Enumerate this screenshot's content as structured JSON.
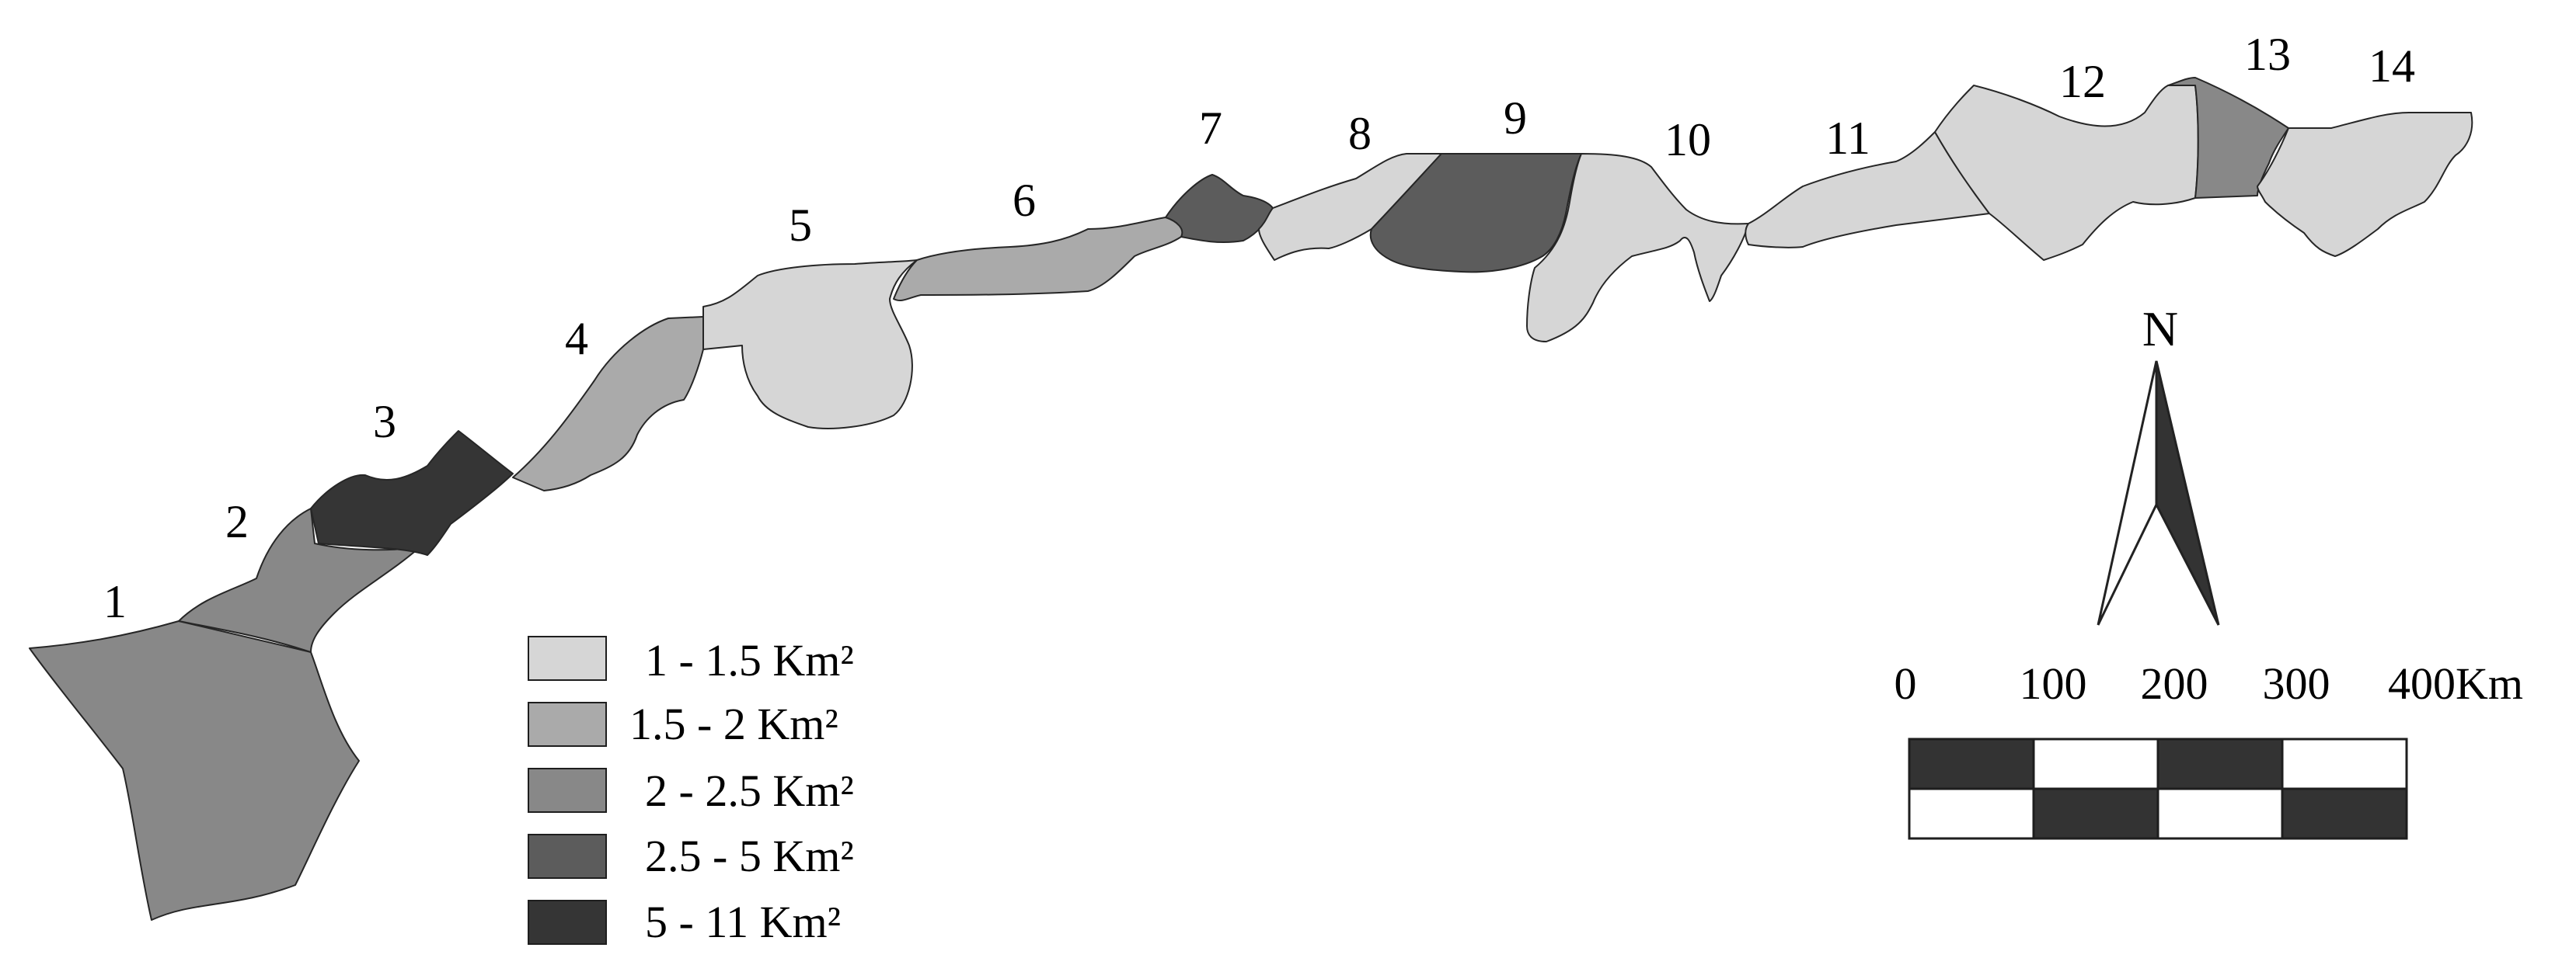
{
  "colors": {
    "class1": "#d6d6d6",
    "class2": "#aaaaaa",
    "class3": "#888888",
    "class4": "#5c5c5c",
    "class5": "#353535",
    "outline": "#262626",
    "scale_dark": "#333333",
    "scale_light": "#ffffff"
  },
  "regions": [
    {
      "id": "1",
      "label": "1",
      "class": "class3"
    },
    {
      "id": "2",
      "label": "2",
      "class": "class3"
    },
    {
      "id": "3",
      "label": "3",
      "class": "class5"
    },
    {
      "id": "4",
      "label": "4",
      "class": "class2"
    },
    {
      "id": "5",
      "label": "5",
      "class": "class1"
    },
    {
      "id": "6",
      "label": "6",
      "class": "class2"
    },
    {
      "id": "7",
      "label": "7",
      "class": "class4"
    },
    {
      "id": "8",
      "label": "8",
      "class": "class1"
    },
    {
      "id": "9",
      "label": "9",
      "class": "class4"
    },
    {
      "id": "10",
      "label": "10",
      "class": "class1"
    },
    {
      "id": "11",
      "label": "11",
      "class": "class1"
    },
    {
      "id": "12",
      "label": "12",
      "class": "class1"
    },
    {
      "id": "13",
      "label": "13",
      "class": "class3"
    },
    {
      "id": "14",
      "label": "14",
      "class": "class1"
    }
  ],
  "legend": [
    {
      "label": "1 - 1.5 Km²",
      "class": "class1"
    },
    {
      "label": "1.5 - 2 Km²",
      "class": "class2"
    },
    {
      "label": "2 - 2.5 Km²",
      "class": "class3"
    },
    {
      "label": "2.5 - 5 Km²",
      "class": "class4"
    },
    {
      "label": "5 - 11 Km²",
      "class": "class5"
    }
  ],
  "north_arrow": {
    "label": "N",
    "icon": "north-arrow-icon"
  },
  "scale_bar": {
    "ticks": [
      "0",
      "100",
      "200",
      "300",
      "400Km"
    ]
  }
}
